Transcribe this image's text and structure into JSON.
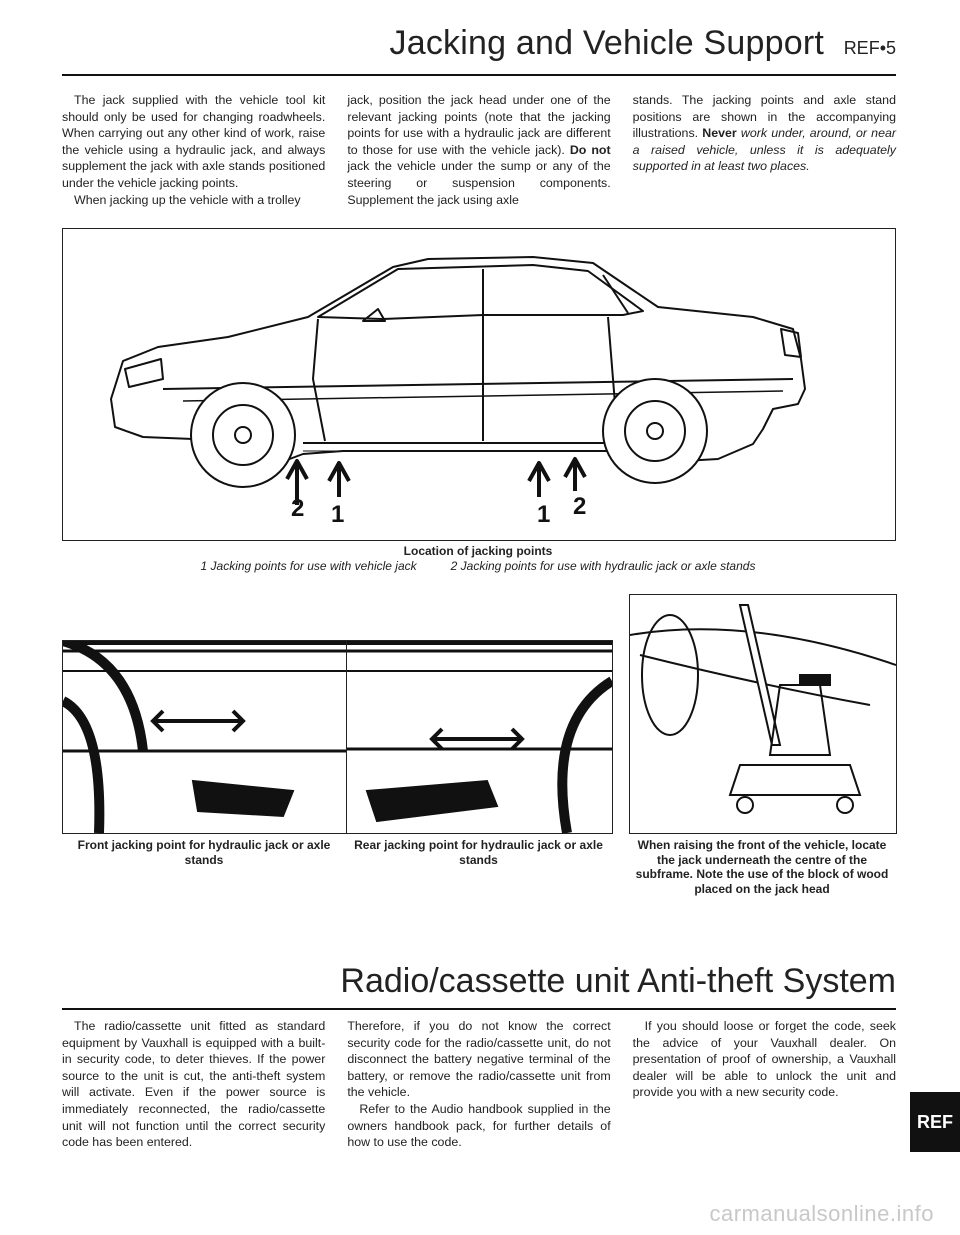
{
  "header": {
    "title": "Jacking and Vehicle Support",
    "page_ref": "REF•5"
  },
  "intro": {
    "col1_p1": "The jack supplied with the vehicle tool kit should only be used for changing roadwheels. When carrying out any other kind of work, raise the vehicle using a hydraulic jack, and always supplement the jack with axle stands positioned under the vehicle jacking points.",
    "col1_p2": "When jacking up the vehicle with a trolley",
    "col2_a": "jack, position the jack head under one of the relevant jacking points (note that the jacking points for use with a hydraulic jack are different to those for use with the vehicle jack).",
    "col2_bold": "Do not",
    "col2_b": " jack the vehicle under the sump or any of the steering or suspension components. Supplement the jack using axle",
    "col3_a": "stands. The jacking points and axle stand positions are shown in the accompanying illustrations.",
    "col3_bold": "Never",
    "col3_italic": " work under, around, or near a raised vehicle, unless it is adequately supported in at least two places."
  },
  "figure_main": {
    "caption_title": "Location of jacking points",
    "legend1": "1  Jacking points for use with vehicle jack",
    "legend2": "2  Jacking points for use with hydraulic jack or axle stands",
    "labels": [
      "2",
      "1",
      "1",
      "2"
    ]
  },
  "figures_row": [
    {
      "caption": "Front jacking point for hydraulic jack or axle stands"
    },
    {
      "caption": "Rear jacking point for hydraulic jack or axle stands"
    },
    {
      "caption": "When raising the front of the vehicle, locate the jack underneath the centre of the subframe.  Note the use of the block of wood placed on the jack head"
    }
  ],
  "section2": {
    "title": "Radio/cassette unit Anti-theft System",
    "col1": "The radio/cassette unit fitted as standard equipment by Vauxhall is equipped with a built-in security code, to deter thieves. If the power source to the unit is cut, the anti-theft system will activate. Even if the power source is immediately reconnected, the radio/cassette unit will not function until the correct security code has been entered.",
    "col2_p1": "Therefore, if you do not know the correct security code for the radio/cassette unit, do not disconnect the battery negative terminal of the battery, or remove the radio/cassette unit from the vehicle.",
    "col2_p2": "Refer to the Audio handbook supplied in the owners handbook pack, for further details of how to use the code.",
    "col3": "If you should loose or forget the code, seek the advice of your Vauxhall dealer. On presentation of proof of ownership, a Vauxhall dealer will be able to unlock the unit and provide you with a new security code."
  },
  "tab_label": "REF",
  "watermark": "carmanualsonline.info"
}
